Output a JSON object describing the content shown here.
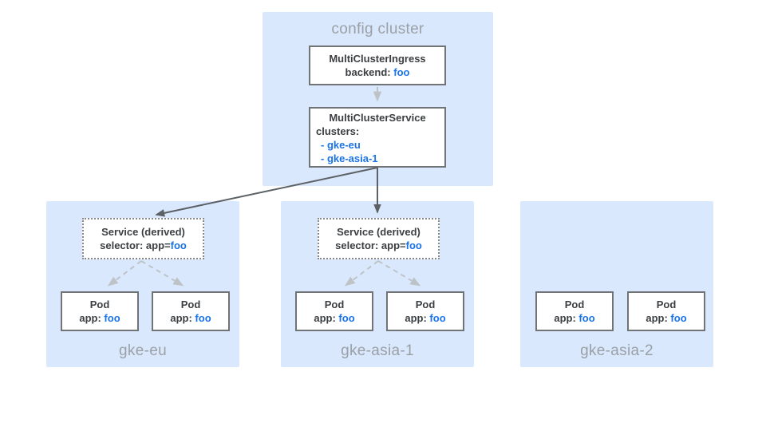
{
  "config_cluster": {
    "label": "config cluster",
    "ingress": {
      "title": "MultiClusterIngress",
      "backend_label": "backend: ",
      "backend_value": "foo"
    },
    "service": {
      "title": "MultiClusterService",
      "clusters_label": "clusters:",
      "items": [
        "- gke-eu",
        "- gke-asia-1"
      ]
    }
  },
  "clusters": [
    {
      "name": "gke-eu",
      "service": {
        "title": "Service (derived)",
        "selector_label": "selector: app=",
        "selector_value": "foo"
      },
      "pods": [
        {
          "title": "Pod",
          "app_label": "app: ",
          "app_value": "foo"
        },
        {
          "title": "Pod",
          "app_label": "app: ",
          "app_value": "foo"
        }
      ]
    },
    {
      "name": "gke-asia-1",
      "service": {
        "title": "Service (derived)",
        "selector_label": "selector: app=",
        "selector_value": "foo"
      },
      "pods": [
        {
          "title": "Pod",
          "app_label": "app: ",
          "app_value": "foo"
        },
        {
          "title": "Pod",
          "app_label": "app: ",
          "app_value": "foo"
        }
      ]
    },
    {
      "name": "gke-asia-2",
      "pods": [
        {
          "title": "Pod",
          "app_label": "app: ",
          "app_value": "foo"
        },
        {
          "title": "Pod",
          "app_label": "app: ",
          "app_value": "foo"
        }
      ]
    }
  ],
  "icons": {
    "solid_arrow": "arrow-down-icon",
    "dashed_arrow": "dashed-arrow-icon"
  },
  "colors": {
    "container_bg": "#d9e8fc",
    "container_label": "#9aa0a6",
    "box_border": "#707477",
    "box_text": "#3c4043",
    "value_blue": "#1a73e8",
    "arrow_dark": "#5c6166",
    "arrow_light": "#bec3c7",
    "service_dotted_border": "#85898d"
  }
}
